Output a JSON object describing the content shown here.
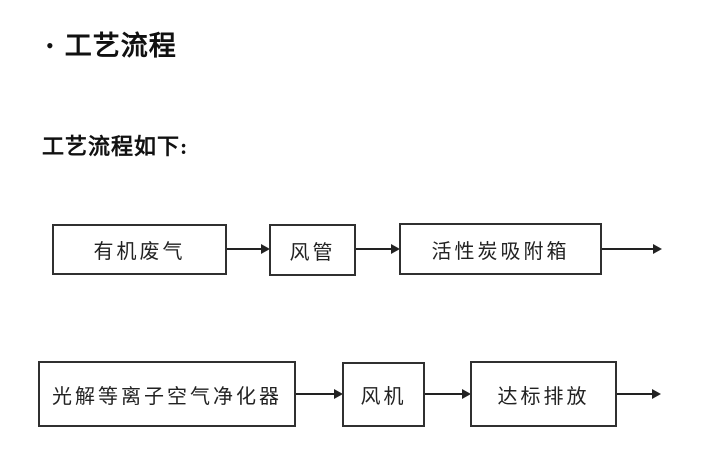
{
  "slide": {
    "title": {
      "bullet": "•",
      "text": "工艺流程"
    },
    "subtitle": "工艺流程如下:"
  },
  "flowchart": {
    "rows": [
      {
        "boxes": [
          "有机废气",
          "风管",
          "活性炭吸附箱"
        ],
        "trailing_arrow": true
      },
      {
        "boxes": [
          "光解等离子空气净化器",
          "风机",
          "达标排放"
        ],
        "trailing_arrow": true
      }
    ]
  },
  "colors": {
    "background": "#ffffff",
    "box_border": "#303030",
    "arrow": "#222222",
    "text": "#111111"
  }
}
